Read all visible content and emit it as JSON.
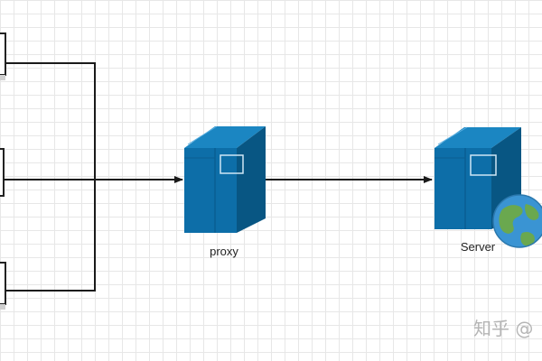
{
  "diagram": {
    "nodes": {
      "proxy": {
        "label": "proxy",
        "icon": "server-tower-icon"
      },
      "server": {
        "label": "Server",
        "icon": "server-tower-icon",
        "badge_icon": "globe-icon"
      },
      "clients": [
        {
          "icon": "client-device-icon"
        },
        {
          "icon": "client-device-icon"
        },
        {
          "icon": "client-device-icon"
        }
      ]
    },
    "edges": [
      {
        "from": "clients",
        "to": "proxy",
        "style": "arrow"
      },
      {
        "from": "proxy",
        "to": "server",
        "style": "arrow"
      }
    ]
  },
  "watermark": {
    "text": "知乎 @"
  },
  "colors": {
    "server_front": "#0d6ea8",
    "server_side": "#085683",
    "server_top": "#1b86c2",
    "line": "#1a1a1a",
    "grid": "#e7e7e7",
    "globe_water": "#3a94d3",
    "globe_land": "#6aa84f"
  }
}
